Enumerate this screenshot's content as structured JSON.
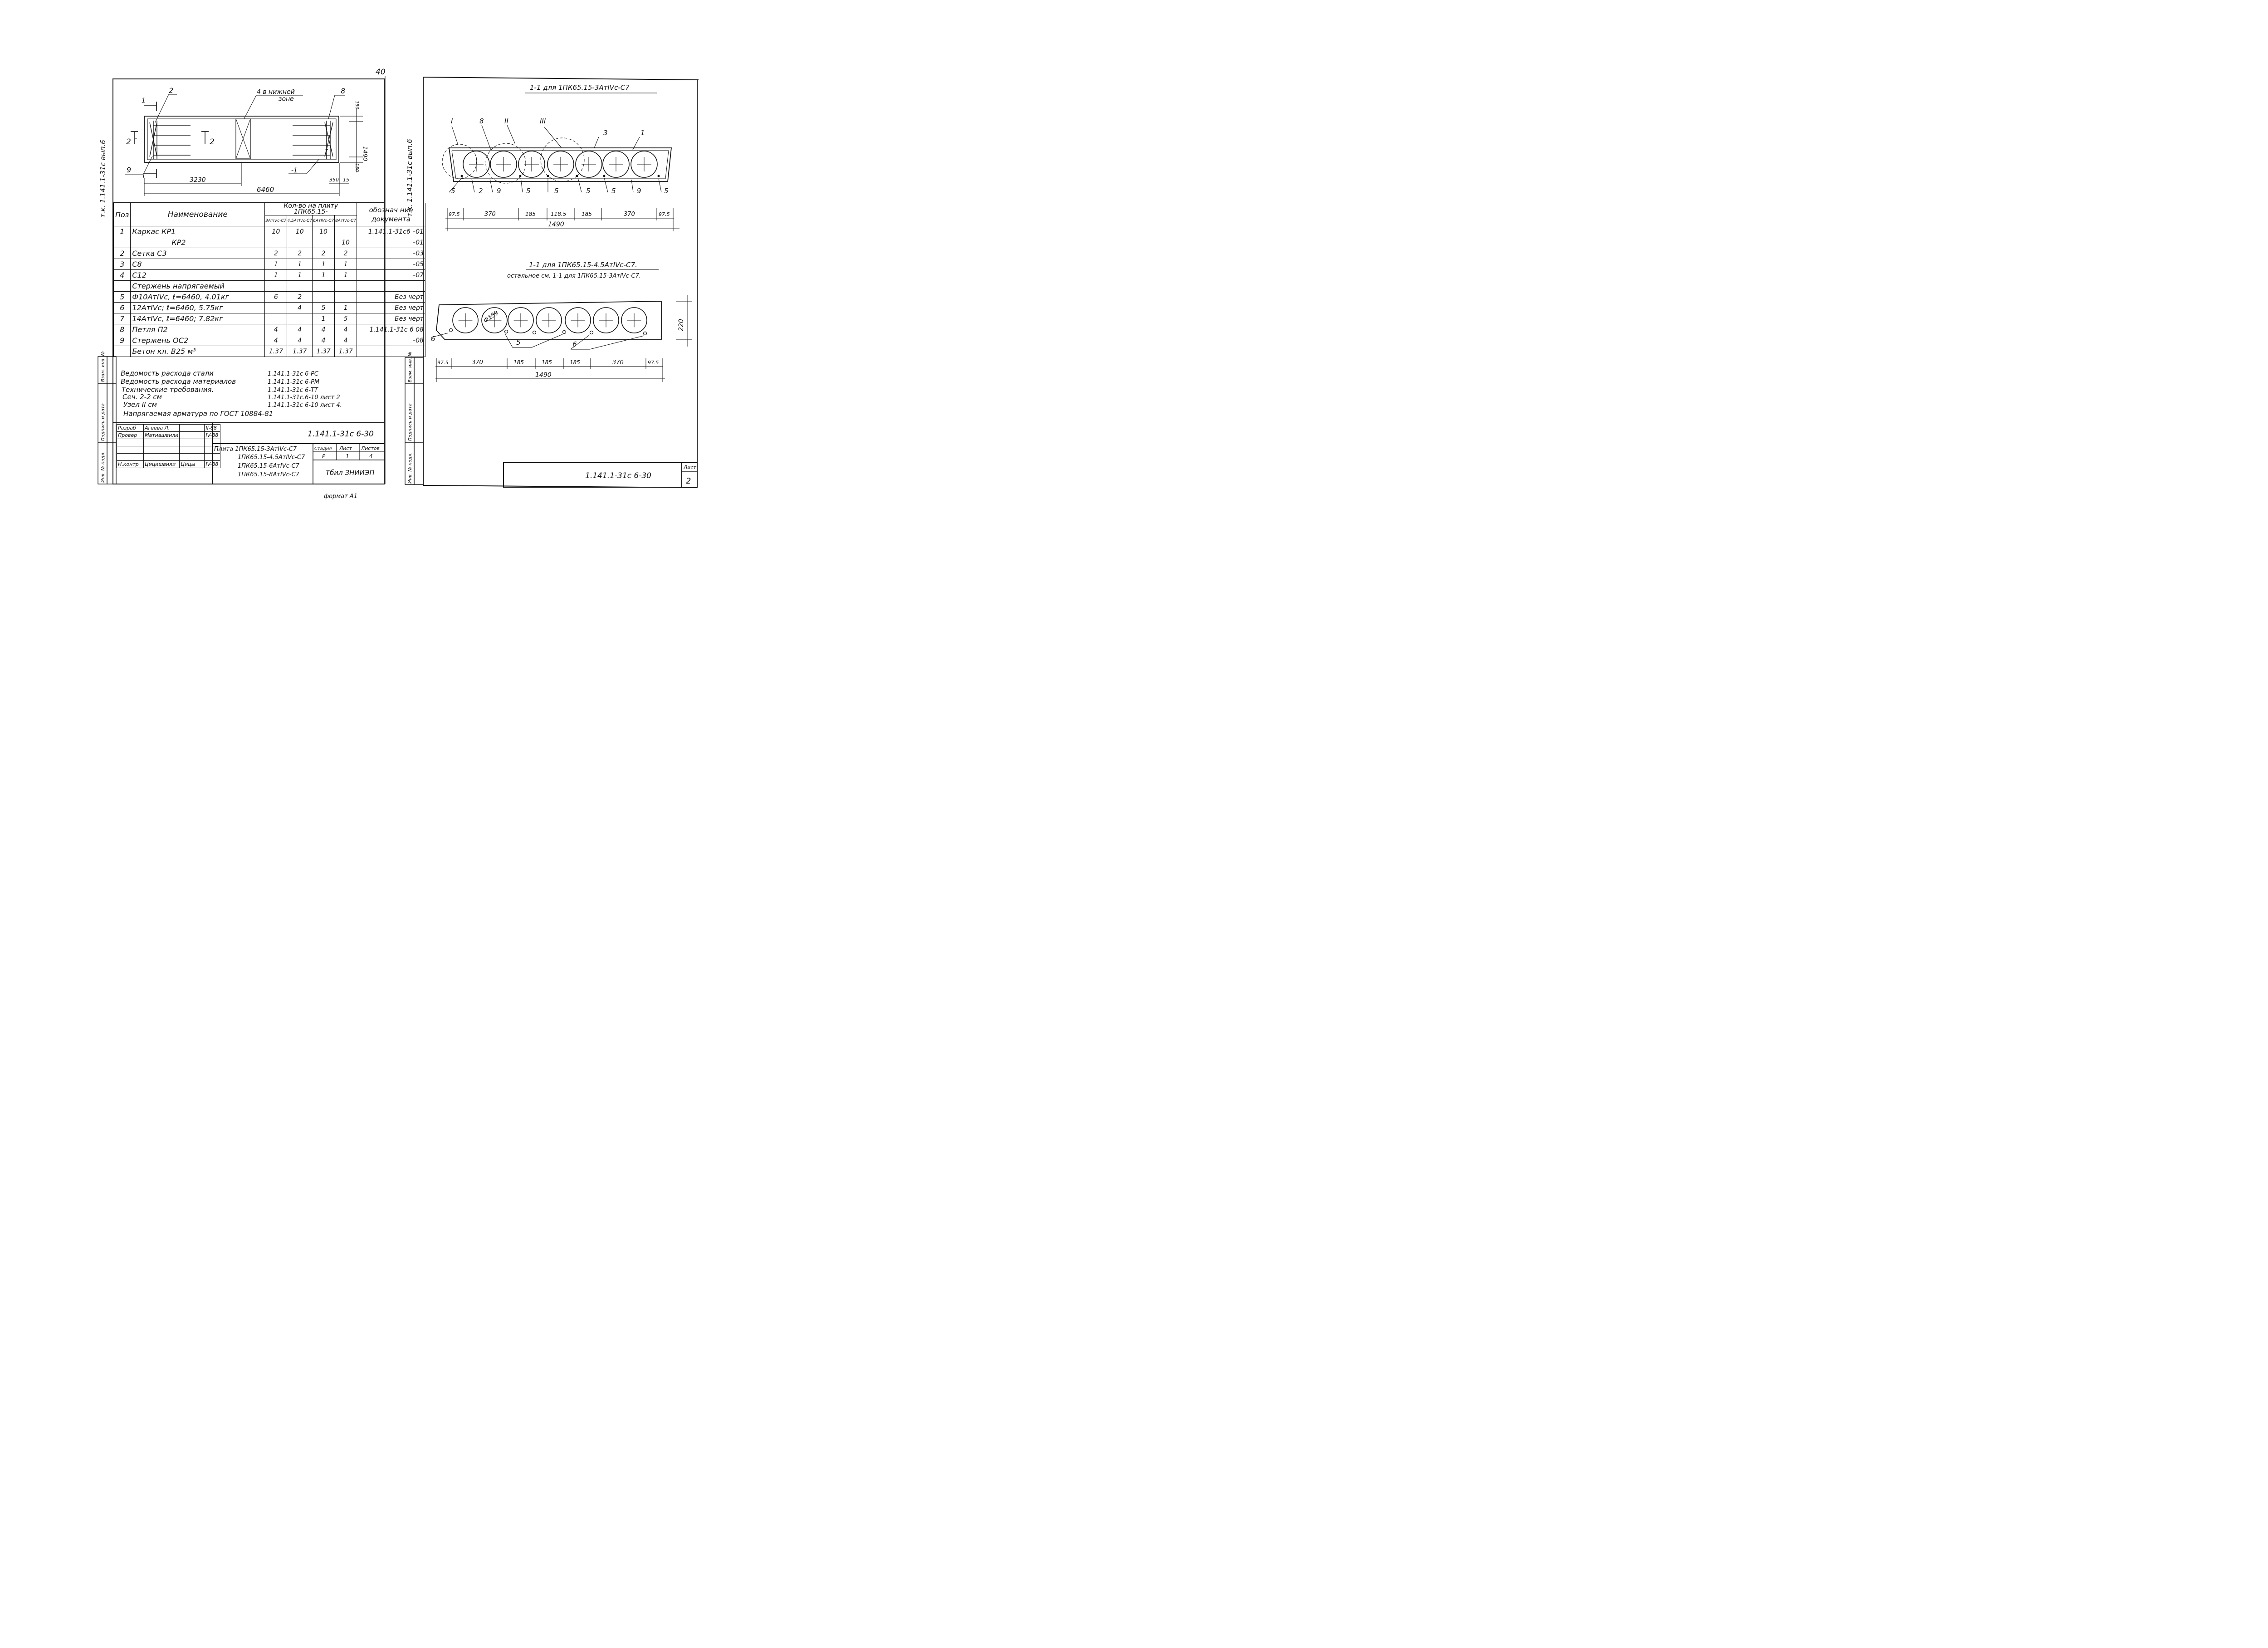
{
  "page_number": "40",
  "format_label": "формат А1",
  "left_sheet": {
    "side_stamp": "т.к. 1.141.1-31с вып.6",
    "plan": {
      "labels": {
        "pos_2": "2",
        "note_lower_zone": "4 в нижней\nзоне",
        "pos_8": "8",
        "section_1": "1",
        "section_2_left": "2",
        "section_2_right": "2",
        "pos_9": "9",
        "pos_1_right": "1",
        "dim_half": "3230",
        "dim_total": "6460",
        "dim_width": "1490",
        "dim_top": "150",
        "dim_bottom": "150",
        "dim_end": "350",
        "dim_end2": "15",
        "section_1_right": "-1"
      }
    },
    "spec_table": {
      "headers": {
        "pos": "Поз",
        "name": "Наименование",
        "qty": "Кол-во на плиту",
        "qty_sub": "1ПК65.15-",
        "doc": "обознач ние документа",
        "variants": [
          "3АтIVс-С7",
          "4.5АтIVс-С7",
          "6АтIVс-С7",
          "8АтIVс-С7"
        ]
      },
      "rows": [
        {
          "pos": "1",
          "name": "Каркас КР1",
          "q": [
            "10",
            "10",
            "10",
            ""
          ],
          "doc": "1.141.1-31с6 –01"
        },
        {
          "pos": "",
          "name": "КР2",
          "q": [
            "",
            "",
            "",
            "10"
          ],
          "doc": "–01"
        },
        {
          "pos": "2",
          "name": "Сетка С3",
          "q": [
            "2",
            "2",
            "2",
            "2"
          ],
          "doc": "–03"
        },
        {
          "pos": "3",
          "name": "С8",
          "q": [
            "1",
            "1",
            "1",
            "1"
          ],
          "doc": "–05"
        },
        {
          "pos": "4",
          "name": "С12",
          "q": [
            "1",
            "1",
            "1",
            "1"
          ],
          "doc": "–07"
        },
        {
          "pos": "",
          "name": "Стержень напрягаемый",
          "q": [
            "",
            "",
            "",
            ""
          ],
          "doc": ""
        },
        {
          "pos": "5",
          "name": "Ф10АтIVс, ℓ=6460, 4.01кг",
          "q": [
            "6",
            "2",
            "",
            ""
          ],
          "doc": "Без черт"
        },
        {
          "pos": "6",
          "name": "12АтIVс; ℓ=6460, 5.75кг",
          "q": [
            "",
            "4",
            "5",
            "1"
          ],
          "doc": "Без черт"
        },
        {
          "pos": "7",
          "name": "14АтIVс, ℓ=6460; 7.82кг",
          "q": [
            "",
            "",
            "1",
            "5"
          ],
          "doc": "Без черт"
        },
        {
          "pos": "8",
          "name": "Петля П2",
          "q": [
            "4",
            "4",
            "4",
            "4"
          ],
          "doc": "1.141.1-31с 6 08"
        },
        {
          "pos": "9",
          "name": "Стержень ОС2",
          "q": [
            "4",
            "4",
            "4",
            "4"
          ],
          "doc": "–08"
        },
        {
          "pos": "",
          "name": "Бетон кл. В25 м³",
          "q": [
            "1.37",
            "1.37",
            "1.37",
            "1.37"
          ],
          "doc": ""
        }
      ]
    },
    "references": [
      {
        "name": "Ведомость расхода стали",
        "doc": "1.141.1-31с 6-РС"
      },
      {
        "name": "Ведомость расхода материалов",
        "doc": "1.141.1-31с 6-РМ"
      },
      {
        "name": "Технические требования.",
        "doc": "1.141.1-31с 6-ТТ"
      },
      {
        "name": "Сеч. 2-2 см",
        "doc": "1.141.1-31с.6-10 лист 2"
      },
      {
        "name": "Узел II см",
        "doc": "1.141.1-31с 6-10 лист 4."
      },
      {
        "name": "Напрягаемая арматура по ГОСТ 10884-81",
        "doc": ""
      }
    ],
    "title_block": {
      "rows": [
        {
          "role": "Разраб",
          "name": "Агеева Л.",
          "sign": "",
          "date": "II-88"
        },
        {
          "role": "Провер",
          "name": "Матиашвили",
          "sign": "",
          "date": "IV-88"
        },
        {
          "role": "",
          "name": "",
          "sign": "",
          "date": ""
        },
        {
          "role": "",
          "name": "",
          "sign": "",
          "date": ""
        },
        {
          "role": "",
          "name": "",
          "sign": "",
          "date": ""
        },
        {
          "role": "Н.контр",
          "name": "Цицишвили",
          "sign": "Цицы",
          "date": "IV-88"
        }
      ],
      "code": "1.141.1-31с 6-30",
      "product_lines": [
        "Плита 1ПК65.15-3АтIVс-С7",
        "1ПК65.15-4.5АтIVс-С7",
        "1ПК65.15-6АтIVс-С7",
        "1ПК65.15-8АтIVс-С7"
      ],
      "stage_label": "Стадия",
      "sheet_label": "Лист",
      "sheets_label": "Листов",
      "stage": "Р",
      "sheet": "1",
      "sheets": "4",
      "org": "Тбил ЗНИИЭП"
    },
    "side_fields": [
      "Инв. № подл.",
      "Подпись и дата",
      "Взам. инв. №"
    ]
  },
  "right_sheet": {
    "side_stamp": "т.к. 1.141.1-31с вып.6",
    "section_top": {
      "title": "1-1 для 1ПК65.15-3АтIVс-С7",
      "callouts": [
        "I",
        "8",
        "II",
        "III",
        "3",
        "1"
      ],
      "bottom_labels": [
        "5",
        "2",
        "9",
        "5",
        "5",
        "5",
        "5",
        "9",
        "5"
      ],
      "dims": [
        "97.5",
        "370",
        "185",
        "118.5",
        "185",
        "370",
        "97.5"
      ],
      "dim_total": "1490"
    },
    "section_bottom": {
      "title": "1-1 для 1ПК65.15-4.5АтIVс-С7.",
      "subtitle": "остальное см. 1-1 для 1ПК65.15-3АтIVс-С7.",
      "diameter": "Ф159",
      "height": "220",
      "labels": [
        "6",
        "5",
        "6"
      ],
      "dims": [
        "97.5",
        "370",
        "185",
        "185",
        "185",
        "370",
        "97.5"
      ],
      "dim_total": "1490"
    },
    "code": "1.141.1-31с 6-30",
    "sheet_label": "Лист",
    "sheet_no": "2",
    "side_fields": [
      "Инв. № подл.",
      "Подпись и дата",
      "Взам. инв. №"
    ]
  }
}
